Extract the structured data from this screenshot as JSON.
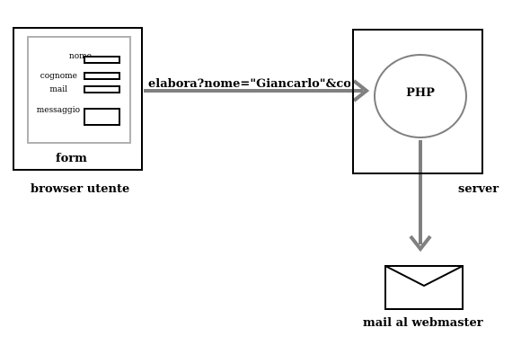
{
  "browser": {
    "caption": "browser utente",
    "form": {
      "caption": "form",
      "fields": [
        {
          "label": "nome"
        },
        {
          "label": "cognome"
        },
        {
          "label": "mail"
        },
        {
          "label": "messaggio"
        }
      ]
    }
  },
  "request": {
    "url_text": "elabora?nome=\"Giancarlo\"&co"
  },
  "server": {
    "caption": "server",
    "php_label": "PHP"
  },
  "mail": {
    "caption": "mail al webmaster"
  },
  "colors": {
    "arrow": "#808080",
    "form_border": "#b0b0b0",
    "box_border": "#000000"
  }
}
